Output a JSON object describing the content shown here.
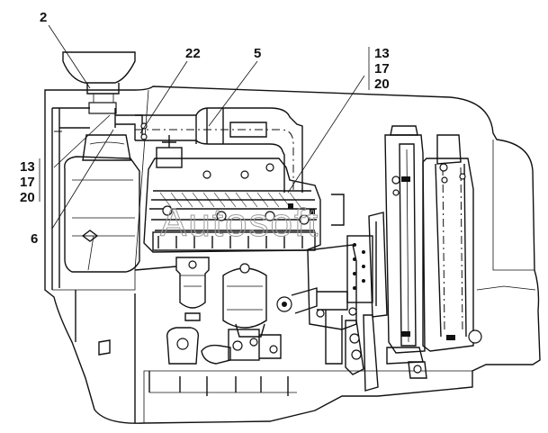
{
  "callouts": {
    "top_left": "2",
    "top_middle_a": "22",
    "top_middle_b": "5",
    "top_right_group": [
      "13",
      "17",
      "20"
    ],
    "left_group": [
      "13",
      "17",
      "20"
    ],
    "left_single": "6"
  },
  "watermark": "Autosoft"
}
